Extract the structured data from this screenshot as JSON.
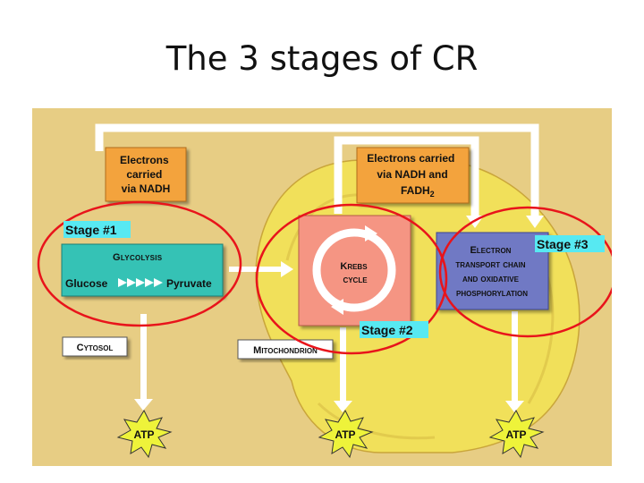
{
  "title": "The 3 stages of CR",
  "colors": {
    "background": "#e7cd84",
    "mitochondrion": "#f1e05a",
    "arrow": "#ffffff",
    "nadh_box": "#f3a33c",
    "glycolysis_box": "#34c2b5",
    "krebs_box": "#f59583",
    "etc_box": "#7079c4",
    "stage_ring": "#e8141b",
    "stage_label_bg": "#57e9f2",
    "atp_burst": "#eef33a"
  },
  "boxes": {
    "nadh1": [
      "Electrons",
      "carried",
      "via NADH"
    ],
    "nadh2": {
      "line1": "Electrons carried",
      "line2": "via NADH and",
      "line3": "FADH",
      "sub": "2"
    },
    "glycolysis": {
      "title": "Glycolysis",
      "glucose": "Glucose",
      "pyruvate": "Pyruvate"
    },
    "krebs": [
      "Krebs",
      "cycle"
    ],
    "etc": [
      "Electron",
      "transport chain",
      "and oxidative",
      "phosphorylation"
    ],
    "cytosol": "Cytosol",
    "mitochondrion": "Mitochondrion"
  },
  "atp": [
    "ATP",
    "ATP",
    "ATP"
  ],
  "stages": [
    "Stage #1",
    "Stage #2",
    "Stage #3"
  ]
}
